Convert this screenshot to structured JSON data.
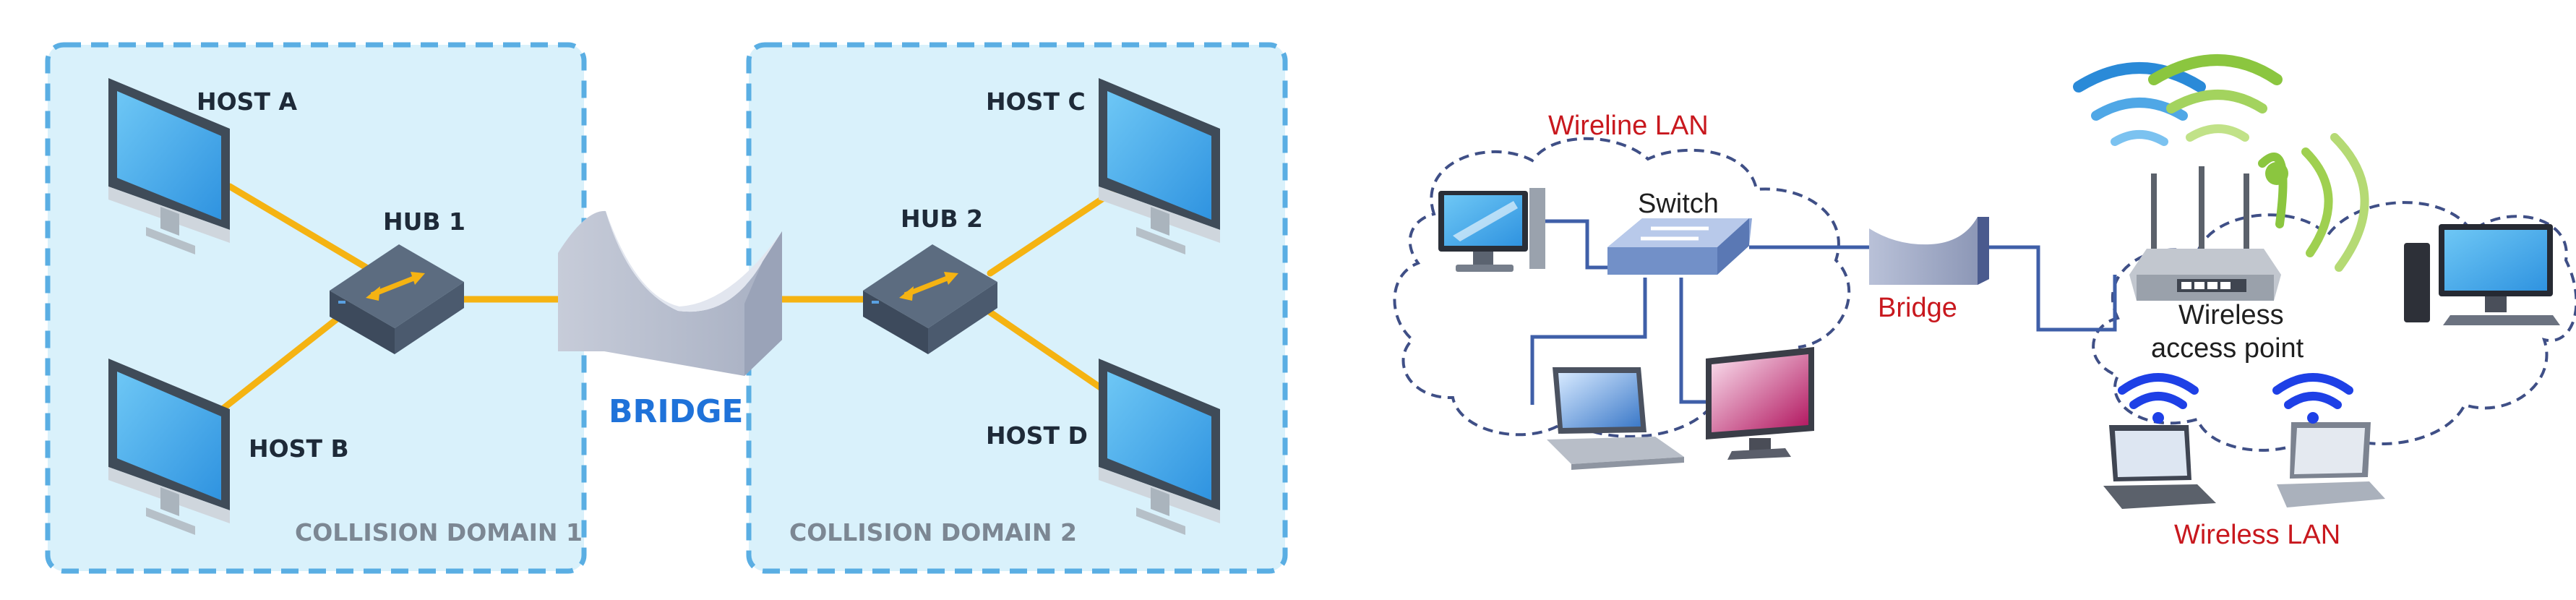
{
  "left_diagram": {
    "domain1_label": "COLLISION DOMAIN 1",
    "domain2_label": "COLLISION DOMAIN 2",
    "host_a": "HOST A",
    "host_b": "HOST B",
    "host_c": "HOST C",
    "host_d": "HOST D",
    "hub1": "HUB 1",
    "hub2": "HUB 2",
    "bridge": "BRIDGE"
  },
  "right_diagram": {
    "wireline_lan": "Wireline LAN",
    "switch": "Switch",
    "bridge": "Bridge",
    "wireless_ap_line1": "Wireless",
    "wireless_ap_line2": "access point",
    "wireless_lan": "Wireless LAN"
  },
  "colors": {
    "domain_fill": "#d9f1fb",
    "domain_border": "#5aaee3",
    "link_yellow": "#f5b312",
    "bridge_label_blue": "#1f72d9",
    "domain_label_gray": "#7c8793",
    "lan_label_red": "#c8181e",
    "wire_blue": "#3f5fa8",
    "cloud_dash": "#3f4f86"
  }
}
